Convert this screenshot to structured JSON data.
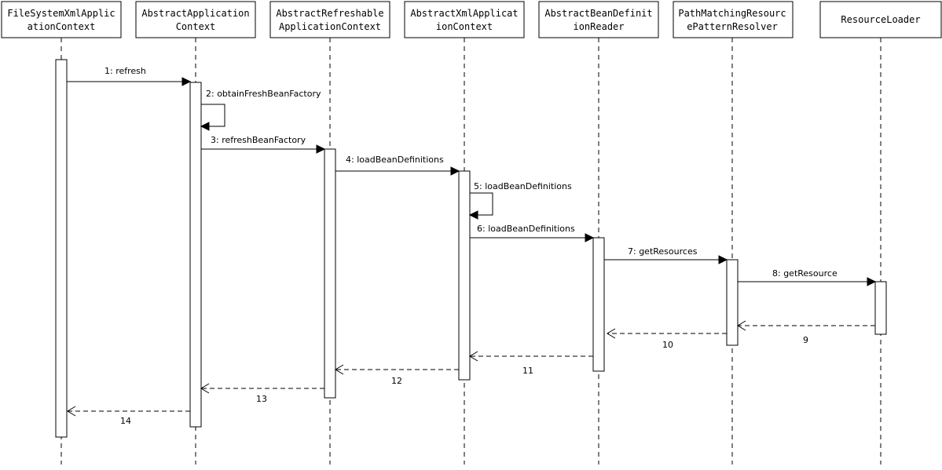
{
  "participants": [
    {
      "id": "fsxac",
      "title_lines": [
        "FileSystemXmlApplic",
        "ationContext"
      ]
    },
    {
      "id": "aac",
      "title_lines": [
        "AbstractApplication",
        "Context"
      ]
    },
    {
      "id": "arac",
      "title_lines": [
        "AbstractRefreshable",
        "ApplicationContext"
      ]
    },
    {
      "id": "axac",
      "title_lines": [
        "AbstractXmlApplicat",
        "ionContext"
      ]
    },
    {
      "id": "abdr",
      "title_lines": [
        "AbstractBeanDefinit",
        "ionReader"
      ]
    },
    {
      "id": "pmrpr",
      "title_lines": [
        "PathMatchingResourc",
        "ePatternResolver"
      ]
    },
    {
      "id": "rl",
      "title_lines": [
        "ResourceLoader"
      ]
    }
  ],
  "messages": [
    {
      "id": "m1",
      "label": "1: refresh",
      "from": "fsxac",
      "to": "aac",
      "kind": "call"
    },
    {
      "id": "m2",
      "label": "2: obtainFreshBeanFactory",
      "from": "aac",
      "to": "aac",
      "kind": "self"
    },
    {
      "id": "m3",
      "label": "3: refreshBeanFactory",
      "from": "aac",
      "to": "arac",
      "kind": "call"
    },
    {
      "id": "m4",
      "label": "4: loadBeanDefinitions",
      "from": "arac",
      "to": "axac",
      "kind": "call"
    },
    {
      "id": "m5",
      "label": "5: loadBeanDefinitions",
      "from": "axac",
      "to": "axac",
      "kind": "self"
    },
    {
      "id": "m6",
      "label": "6: loadBeanDefinitions",
      "from": "axac",
      "to": "abdr",
      "kind": "call"
    },
    {
      "id": "m7",
      "label": "7: getResources",
      "from": "abdr",
      "to": "pmrpr",
      "kind": "call"
    },
    {
      "id": "m8",
      "label": "8: getResource",
      "from": "pmrpr",
      "to": "rl",
      "kind": "call"
    },
    {
      "id": "m9",
      "label": "9",
      "from": "rl",
      "to": "pmrpr",
      "kind": "return"
    },
    {
      "id": "m10",
      "label": "10",
      "from": "pmrpr",
      "to": "abdr",
      "kind": "return"
    },
    {
      "id": "m11",
      "label": "11",
      "from": "abdr",
      "to": "axac",
      "kind": "return"
    },
    {
      "id": "m12",
      "label": "12",
      "from": "axac",
      "to": "arac",
      "kind": "return"
    },
    {
      "id": "m13",
      "label": "13",
      "from": "arac",
      "to": "aac",
      "kind": "return"
    },
    {
      "id": "m14",
      "label": "14",
      "from": "aac",
      "to": "fsxac",
      "kind": "return"
    }
  ]
}
